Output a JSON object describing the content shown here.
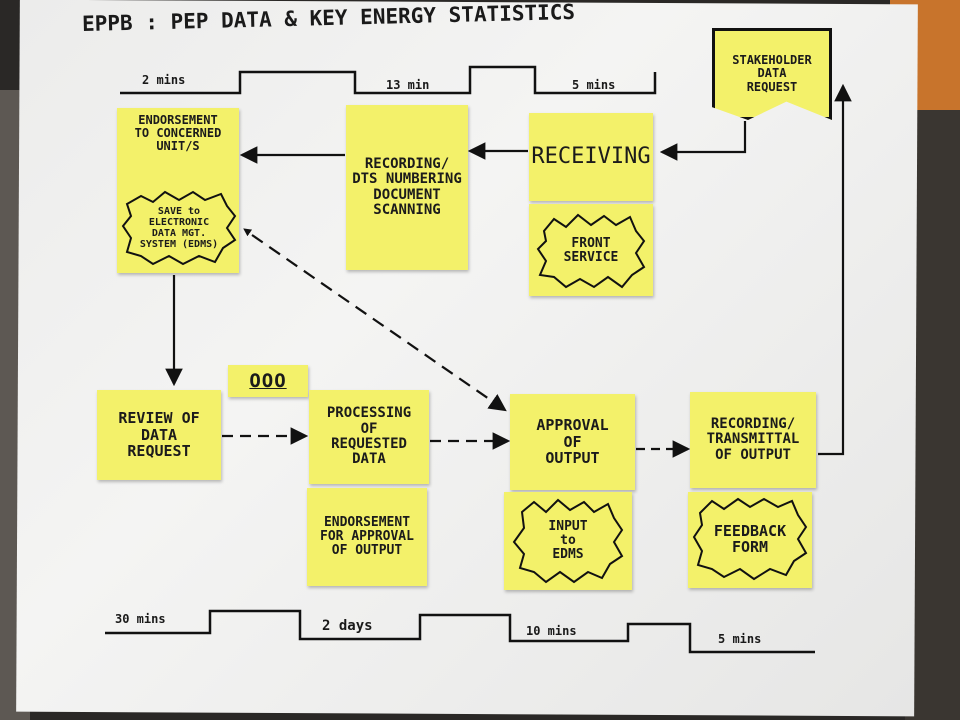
{
  "title": "EPPB : PEP DATA & KEY ENERGY STATISTICS",
  "timeline_top": [
    "2 mins",
    "13 min",
    "5 mins"
  ],
  "timeline_bottom": [
    "30 mins",
    "2 days",
    "10 mins",
    "5 mins"
  ],
  "colors": {
    "sticky_note": "#f3f16a",
    "paper": "#f0f0ef",
    "ink": "#1b1b1b"
  },
  "notes": {
    "stakeholder": "STAKEHOLDER\nDATA\nREQUEST",
    "receiving": "RECEIVING",
    "front_service": "FRONT\nSERVICE",
    "recording_dts": "RECORDING/\nDTS NUMBERING\nDOCUMENT\nSCANNING",
    "endorsement_unit": "ENDORSEMENT\nTO CONCERNED\nUNIT/s",
    "save_edms": "SAVE to\nELECTRONIC\nDATA MGT.\nSYSTEM (EDMS)",
    "review": "REVIEW of\nDATA\nREQUEST",
    "ooo": "OOO",
    "processing": "PROCESSING\nof\nREQUESTED\nDATA",
    "endorsement_approval": "ENDORSEMENT\nfor APPROVAL\nof OUTPUT",
    "approval": "APPROVAL\nof\nOUTPUT",
    "input_edms": "INPUT\nto\nEDMS",
    "recording_transmittal": "RECORDING/\nTRANSMITTAL\nof OUTPUT",
    "feedback": "FEEDBACK\nFORM"
  }
}
